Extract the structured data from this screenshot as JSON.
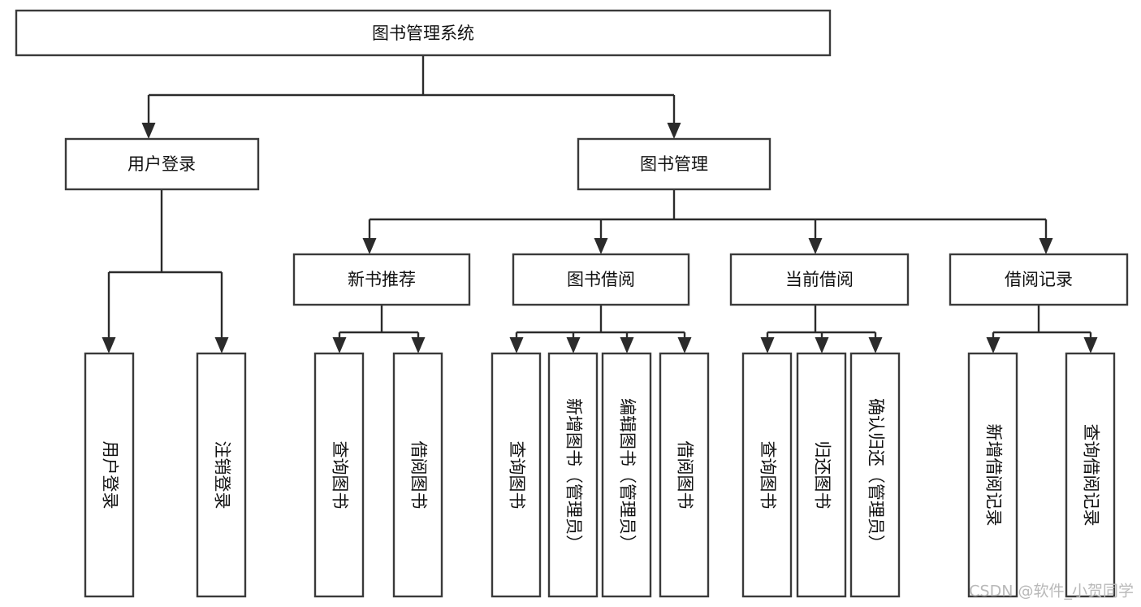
{
  "diagram": {
    "type": "tree-hierarchy",
    "orientation": "top-down",
    "title": "图书管理系统",
    "colors": {
      "background": "#ffffff",
      "box_fill": "#ffffff",
      "box_stroke": "#3a3a3a",
      "connector": "#2b2b2b",
      "text": "#111111",
      "watermark": "#b9b9b9"
    },
    "watermark": "CSDN @软件_小贺同学",
    "root": {
      "label": "图书管理系统"
    },
    "level2": [
      {
        "label": "用户登录"
      },
      {
        "label": "图书管理"
      }
    ],
    "level3": [
      {
        "label": "新书推荐"
      },
      {
        "label": "图书借阅"
      },
      {
        "label": "当前借阅"
      },
      {
        "label": "借阅记录"
      }
    ],
    "leaves": {
      "user_login": [
        {
          "label": "用户登录"
        },
        {
          "label": "注销登录"
        }
      ],
      "new_book_recommend": [
        {
          "label": "查询图书"
        },
        {
          "label": "借阅图书"
        }
      ],
      "book_borrow": [
        {
          "label": "查询图书"
        },
        {
          "label": "新增图书（管理员）"
        },
        {
          "label": "编辑图书（管理员）"
        },
        {
          "label": "借阅图书"
        }
      ],
      "current_borrow": [
        {
          "label": "查询图书"
        },
        {
          "label": "归还图书"
        },
        {
          "label": "确认归还（管理员）"
        }
      ],
      "borrow_record": [
        {
          "label": "新增借阅记录"
        },
        {
          "label": "查询借阅记录"
        }
      ]
    }
  }
}
